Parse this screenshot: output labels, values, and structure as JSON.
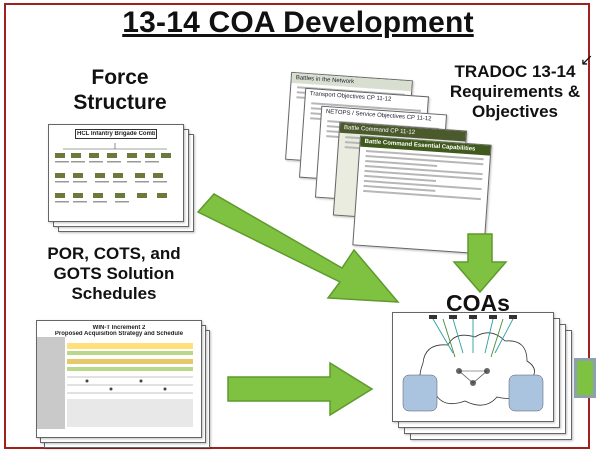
{
  "title": "13-14 COA Development",
  "labels": {
    "force_structure": [
      "Force",
      "Structure"
    ],
    "tradoc": [
      "TRADOC 13-14",
      "Requirements &",
      "Objectives"
    ],
    "por": [
      "POR, COTS, and",
      "GOTS Solution",
      "Schedules"
    ],
    "coas": "COAs"
  },
  "thumbnails": {
    "force_structure_doc": "HCL Infantry Brigade Combat Team",
    "slides": [
      "Battles in the Network",
      "Transport Objectives CP 11-12",
      "NETOPS / Service Objectives CP 11-12",
      "Battle Command CP 11-12",
      "Battle Command Essential Capabilities"
    ],
    "schedule_doc": [
      "WIN-T Increment 2",
      "Proposed Acquisition Strategy and Schedule"
    ]
  },
  "colors": {
    "arrow_green": "#7fc241",
    "arrow_outline": "#5f9a2c",
    "frame": "#a02020",
    "slide_dark": "#4a5a2c",
    "slide_header": "#3f5a1c"
  }
}
